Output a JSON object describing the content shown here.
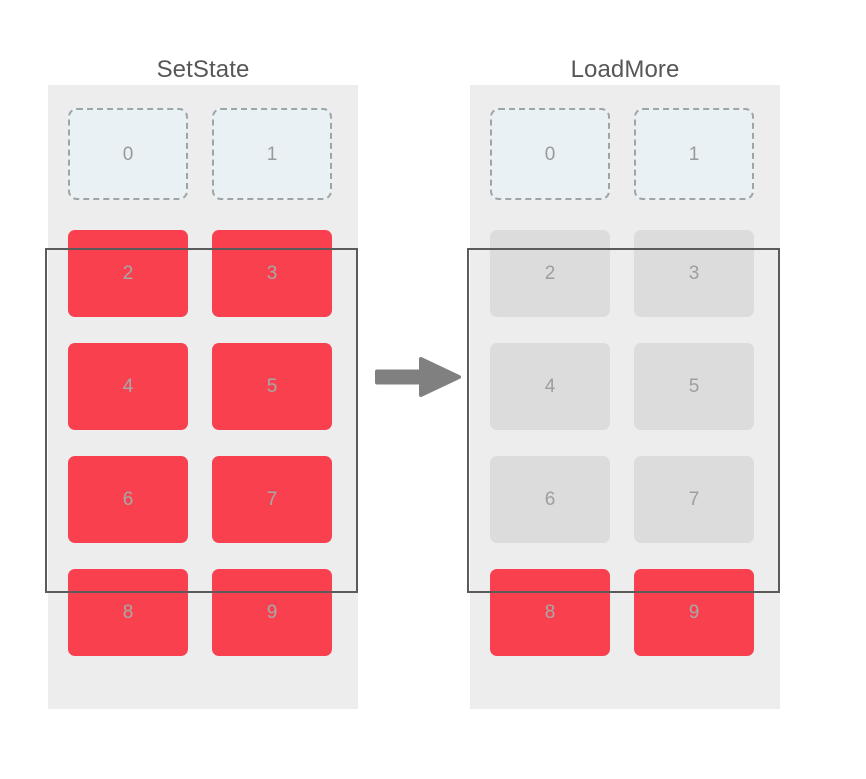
{
  "diagram": {
    "kind": "list-virtualization-comparison",
    "background_color": "#ffffff",
    "transition_icon": "right-arrow-icon",
    "arrow_color": "#808080",
    "viewport_border_color": "#5b5b5b",
    "panel_background_color": "#ededed",
    "colors": {
      "filled_cell": "#f8404e",
      "dimmed_cell": "#dcdcdc",
      "placeholder_cell_fill": "#e9f1f4",
      "placeholder_cell_border": "#9fa4a4",
      "cell_label": "#a8a8a8",
      "title": "#575757"
    }
  },
  "panels": [
    {
      "title": "SetState",
      "rows": [
        {
          "cells": [
            {
              "label": "0",
              "state": "placeholder"
            },
            {
              "label": "1",
              "state": "placeholder"
            }
          ]
        },
        {
          "cells": [
            {
              "label": "2",
              "state": "filled"
            },
            {
              "label": "3",
              "state": "filled"
            }
          ]
        },
        {
          "cells": [
            {
              "label": "4",
              "state": "filled"
            },
            {
              "label": "5",
              "state": "filled"
            }
          ]
        },
        {
          "cells": [
            {
              "label": "6",
              "state": "filled"
            },
            {
              "label": "7",
              "state": "filled"
            }
          ]
        },
        {
          "cells": [
            {
              "label": "8",
              "state": "filled"
            },
            {
              "label": "9",
              "state": "filled"
            }
          ]
        }
      ]
    },
    {
      "title": "LoadMore",
      "rows": [
        {
          "cells": [
            {
              "label": "0",
              "state": "placeholder"
            },
            {
              "label": "1",
              "state": "placeholder"
            }
          ]
        },
        {
          "cells": [
            {
              "label": "2",
              "state": "dimmed"
            },
            {
              "label": "3",
              "state": "dimmed"
            }
          ]
        },
        {
          "cells": [
            {
              "label": "4",
              "state": "dimmed"
            },
            {
              "label": "5",
              "state": "dimmed"
            }
          ]
        },
        {
          "cells": [
            {
              "label": "6",
              "state": "dimmed"
            },
            {
              "label": "7",
              "state": "dimmed"
            }
          ]
        },
        {
          "cells": [
            {
              "label": "8",
              "state": "filled"
            },
            {
              "label": "9",
              "state": "filled"
            }
          ]
        }
      ]
    }
  ]
}
